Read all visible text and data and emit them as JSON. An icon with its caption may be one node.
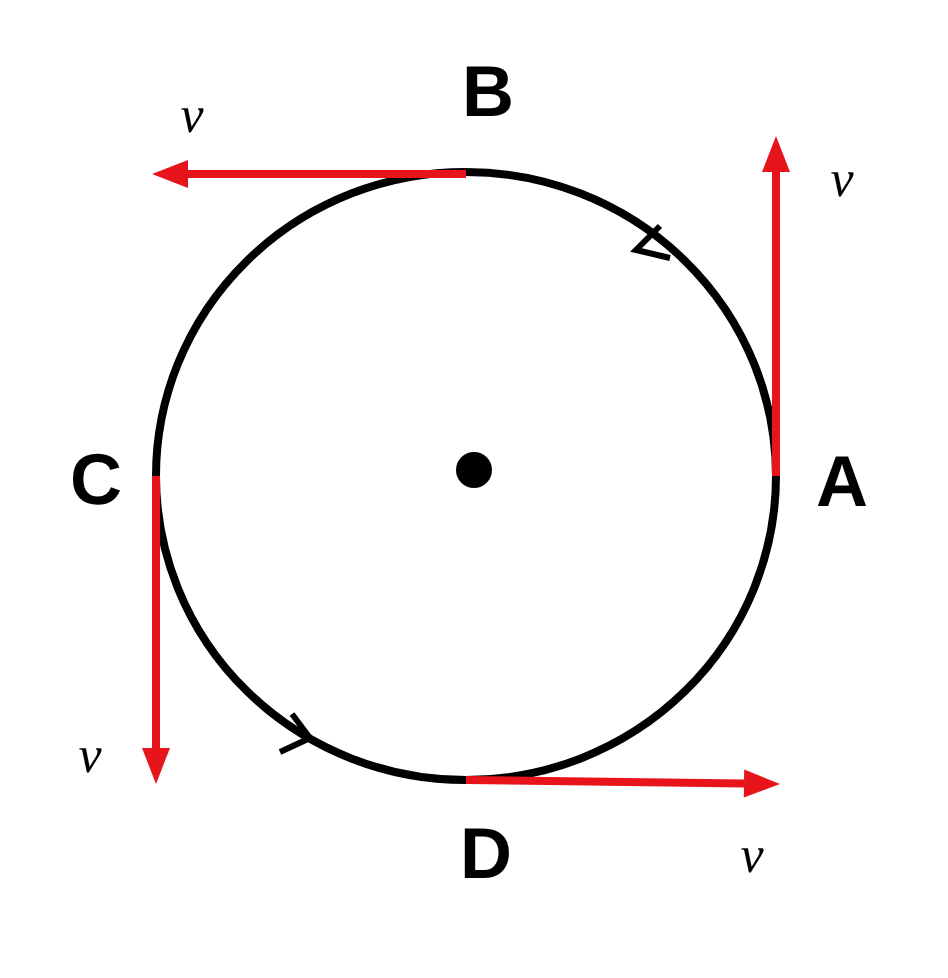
{
  "diagram": {
    "labels": [
      "B",
      "v",
      "v",
      "C",
      "A",
      "v",
      "D",
      "v"
    ]
  }
}
